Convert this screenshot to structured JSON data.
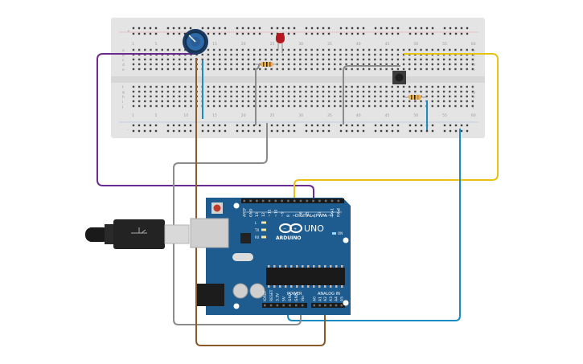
{
  "breadboard": {
    "column_numbers": [
      "1",
      "5",
      "10",
      "15",
      "20",
      "25",
      "30",
      "35",
      "40",
      "45",
      "50",
      "55",
      "60"
    ],
    "row_letters_top": [
      "a",
      "b",
      "c",
      "d",
      "e"
    ],
    "row_letters_bottom": [
      "f",
      "g",
      "h",
      "i",
      "j"
    ]
  },
  "arduino": {
    "logo_text": "ARDUINO",
    "model_text": "UNO",
    "digital_label": "DIGITAL (PWM ~)",
    "power_label": "POWER",
    "analog_label": "ANALOG IN",
    "on_label": "ON",
    "led_labels": [
      "L",
      "TX",
      "RX"
    ],
    "digital_pins": [
      "AREF",
      "GND",
      "13",
      "12",
      "~11",
      "~10",
      "~9",
      "8",
      "7",
      "~6",
      "~5",
      "4",
      "~3",
      "2",
      "TX▸1",
      "RX◂0"
    ],
    "power_pins": [
      "IOREF",
      "RESET",
      "3.3V",
      "5V",
      "GND",
      "GND",
      "Vin"
    ],
    "analog_pins": [
      "A0",
      "A1",
      "A2",
      "A3",
      "A4",
      "A5"
    ]
  },
  "colors": {
    "breadboard": "#e4e4e4",
    "board": "#1e5b8f",
    "wire_purple": "#6a2c91",
    "wire_yellow": "#e8c315",
    "wire_blue": "#1a8bc0",
    "wire_gray": "#8c8c8c",
    "wire_brown": "#8b5a2b",
    "wire_blue_short": "#2a86c8"
  }
}
